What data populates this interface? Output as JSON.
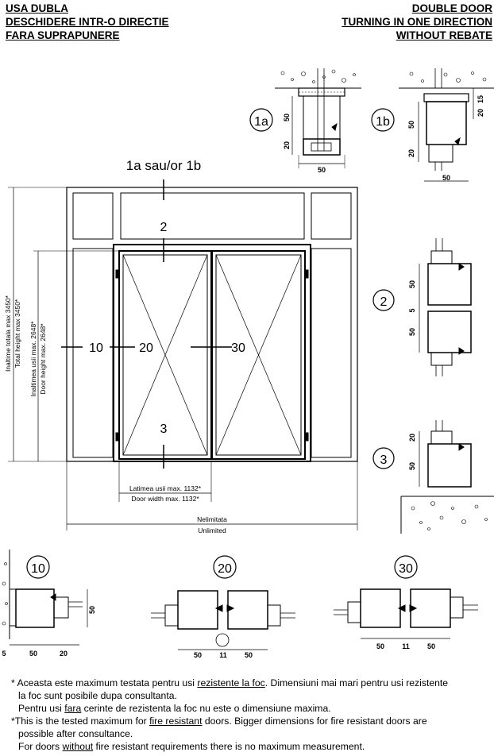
{
  "header_left": [
    "USA DUBLA",
    "DESCHIDERE INTR-O DIRECTIE",
    "FARA SUPRAPUNERE"
  ],
  "header_right": [
    "DOUBLE DOOR",
    "TURNING IN ONE DIRECTION",
    "WITHOUT REBATE"
  ],
  "door": {
    "section_ref_top": "1a sau/or 1b",
    "label_top": "2",
    "label_bottom": "3",
    "label_left": "10",
    "label_left_leaf": "20",
    "label_center": "30",
    "total_height_ro": "Inaltime totala max 3450*",
    "total_height_en": "Total height max 3450*",
    "door_height_ro": "Inaltimea usii max. 2648*",
    "door_height_en": "Door height max. 2648*",
    "door_width_ro": "Latimea usii max. 1132*",
    "door_width_en": "Door width max. 1132*",
    "unlimited_ro": "Nelimitata",
    "unlimited_en": "Unlimited"
  },
  "details": {
    "d1a": {
      "id": "1a",
      "dims": [
        "50",
        "20",
        "50"
      ]
    },
    "d1b": {
      "id": "1b",
      "dims": [
        "15",
        "20",
        "50",
        "20",
        "50"
      ]
    },
    "d2": {
      "id": "2",
      "dims": [
        "50",
        "5",
        "50"
      ]
    },
    "d3": {
      "id": "3",
      "dims": [
        "20",
        "50"
      ]
    },
    "d10": {
      "id": "10",
      "dims": [
        "5",
        "50",
        "20",
        "50"
      ]
    },
    "d20": {
      "id": "20",
      "dims": [
        "50",
        "11",
        "50"
      ]
    },
    "d30": {
      "id": "30",
      "dims": [
        "50",
        "11",
        "50"
      ]
    }
  },
  "notes": {
    "ro1_a": "* Aceasta este maximum testata pentru usi ",
    "ro1_u": "rezistente la foc",
    "ro1_b": ". Dimensiuni mai mari pentru usi rezistente",
    "ro2": "la foc sunt posibile dupa consultanta.",
    "ro3_a": "Pentru usi ",
    "ro3_u": "fara",
    "ro3_b": " cerinte de rezistenta la foc nu este o dimensiune maxima.",
    "en1_a": "*This is the tested maximum for ",
    "en1_u": "fire resistant",
    "en1_b": " doors. Bigger dimensions for fire resistant doors are",
    "en2": "possible after consultance.",
    "en3_a": "For doors ",
    "en3_u": "without",
    "en3_b": " fire resistant requirements there is no maximum measurement."
  }
}
